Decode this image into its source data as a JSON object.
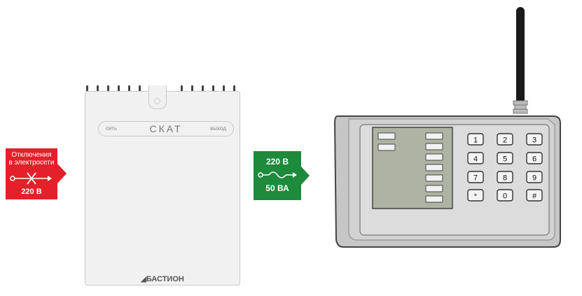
{
  "outage_tag": {
    "line1": "Отключения",
    "line2": "в электросети",
    "voltage": "220 В",
    "color": "#e4202a"
  },
  "output_tag": {
    "voltage": "220 В",
    "power": "50 ВА",
    "color": "#1e8a3c"
  },
  "power_supply": {
    "title": "СКАТ",
    "input_label": "сеть",
    "output_label": "выход",
    "brand": "БАСТИОН"
  },
  "keypad": {
    "keys": [
      "1",
      "2",
      "3",
      "4",
      "5",
      "6",
      "7",
      "8",
      "9",
      "*",
      "0",
      "#"
    ]
  }
}
